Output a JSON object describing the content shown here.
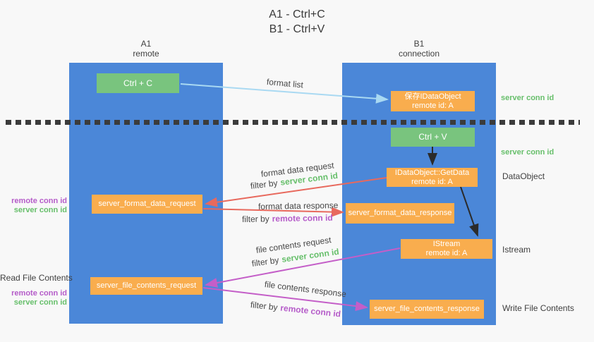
{
  "title": {
    "line1": "A1 - Ctrl+C",
    "line2": "B1 - Ctrl+V"
  },
  "columns": {
    "a": {
      "id": "A1",
      "subtitle": "remote"
    },
    "b": {
      "id": "B1",
      "subtitle": "connection"
    }
  },
  "nodes": {
    "ctrl_c": {
      "label": "Ctrl + C"
    },
    "save_dataobject": {
      "line1": "保存IDataObject",
      "line2": "remote id: A"
    },
    "ctrl_v": {
      "label": "Ctrl + V"
    },
    "getdata": {
      "line1": "IDataObject::GetData",
      "line2": "remote id: A"
    },
    "format_request": {
      "label": "server_format_data_request"
    },
    "format_response": {
      "label": "server_format_data_response"
    },
    "istream": {
      "line1": "IStream",
      "line2": "remote id: A"
    },
    "file_request": {
      "label": "server_file_contents_request"
    },
    "file_response": {
      "label": "server_file_contents_response"
    }
  },
  "arrows": {
    "format_list": {
      "label": "format list"
    },
    "format_data_request": {
      "label": "format data request",
      "filter_prefix": "filter by",
      "filter_key": "server conn id"
    },
    "format_data_response": {
      "label": "format data response",
      "filter_prefix": "filter by",
      "filter_key": "remote conn id"
    },
    "file_contents_request": {
      "label": "file contents request",
      "filter_prefix": "filter by",
      "filter_key": "server conn id"
    },
    "file_contents_response": {
      "label": "file contents response",
      "filter_prefix": "filter by",
      "filter_key": "remote conn id"
    }
  },
  "side_labels": {
    "format_left": {
      "remote": "remote conn id",
      "server": "server conn id"
    },
    "file_left": {
      "title": "Read File Contents",
      "remote": "remote conn id",
      "server": "server conn id"
    },
    "server_conn_top": "server conn id",
    "server_conn_mid": "server conn id",
    "dataobject": "DataObject",
    "istream": "Istream",
    "write_file": "Write File Contents"
  },
  "colors": {
    "background": "#f8f8f8",
    "column_blue": "#4b87d8",
    "node_green": "#79c47e",
    "node_orange": "#f9ad4e",
    "arrow_light_blue": "#a9d9f2",
    "arrow_red": "#e8695d",
    "arrow_magenta": "#c45ec8",
    "arrow_black": "#2b2b2b",
    "text_green": "#67bf6b",
    "text_purple": "#b55cc9",
    "text_dark": "#3f3f3f",
    "divider_dark": "#3b3b3b"
  }
}
